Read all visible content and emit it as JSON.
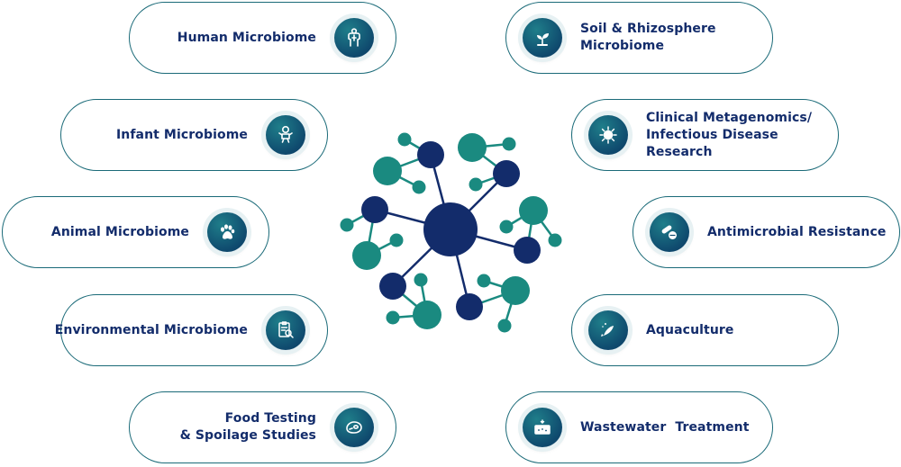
{
  "left_items": [
    {
      "label": "Human Microbiome",
      "icon": "human-body-icon"
    },
    {
      "label": "Infant Microbiome",
      "icon": "infant-icon"
    },
    {
      "label": "Animal Microbiome",
      "icon": "paw-icon"
    },
    {
      "label": "Environmental Microbiome",
      "icon": "clipboard-magnifier-icon"
    },
    {
      "label": "Food Testing\n& Spoilage Studies",
      "icon": "food-steak-icon"
    }
  ],
  "right_items": [
    {
      "label": "Soil & Rhizosphere\nMicrobiome",
      "icon": "sprout-icon"
    },
    {
      "label": "Clinical Metagenomics/\nInfectious Disease Research",
      "icon": "virus-icon"
    },
    {
      "label": "Antimicrobial Resistance",
      "icon": "pills-icon"
    },
    {
      "label": "Aquaculture",
      "icon": "fish-icon"
    },
    {
      "label": "Wastewater  Treatment",
      "icon": "water-tank-icon"
    }
  ],
  "colors": {
    "navy": "#132c6b",
    "teal": "#1a8a80",
    "border": "#1a6a78",
    "icon_bg": "#0f4a6e"
  }
}
